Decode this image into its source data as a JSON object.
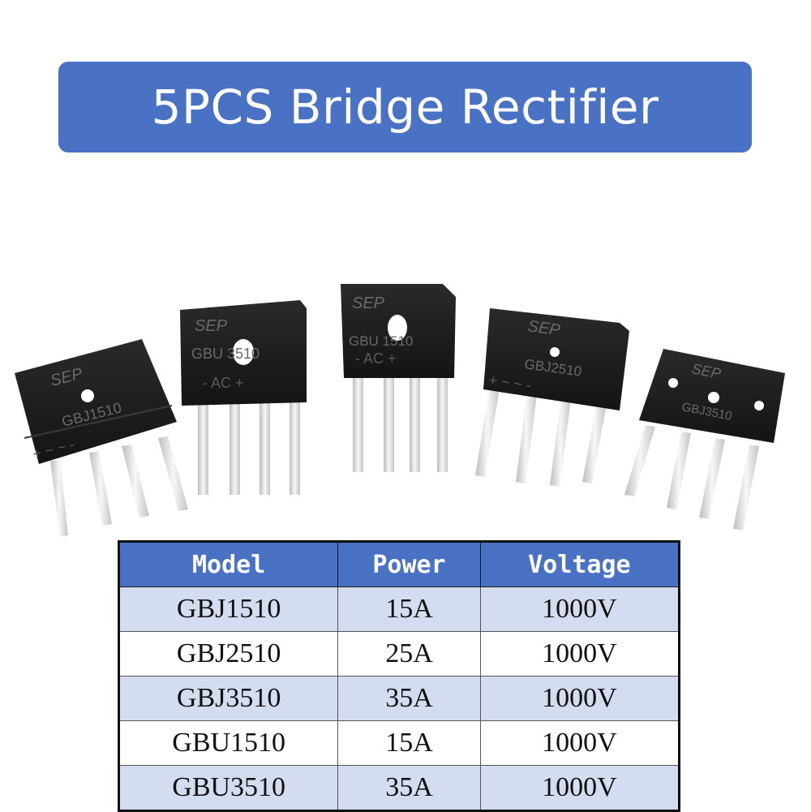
{
  "banner": {
    "title": "5PCS Bridge Rectifier"
  },
  "products": [
    {
      "brand": "SEP",
      "marking": "GBJ1510",
      "pin_marks": "+ ~ ~ -"
    },
    {
      "brand": "SEP",
      "marking": "GBU 3510",
      "pin_marks": "- AC +"
    },
    {
      "brand": "SEP",
      "marking": "GBU 1510",
      "pin_marks": "- AC +"
    },
    {
      "brand": "SEP",
      "marking": "GBJ2510",
      "pin_marks": "+ ~ ~ -"
    },
    {
      "brand": "SEP",
      "marking": "GBJ3510",
      "pin_marks": ""
    }
  ],
  "table": {
    "headers": [
      "Model",
      "Power",
      "Voltage"
    ],
    "rows": [
      [
        "GBJ1510",
        "15A",
        "1000V"
      ],
      [
        "GBJ2510",
        "25A",
        "1000V"
      ],
      [
        "GBJ3510",
        "35A",
        "1000V"
      ],
      [
        "GBU1510",
        "15A",
        "1000V"
      ],
      [
        "GBU3510",
        "35A",
        "1000V"
      ]
    ]
  },
  "colors": {
    "accent": "#4a72c4",
    "row_alt": "#d4dcf0",
    "component_body": "#1c1c1c",
    "lead": "#e8e8e8"
  }
}
